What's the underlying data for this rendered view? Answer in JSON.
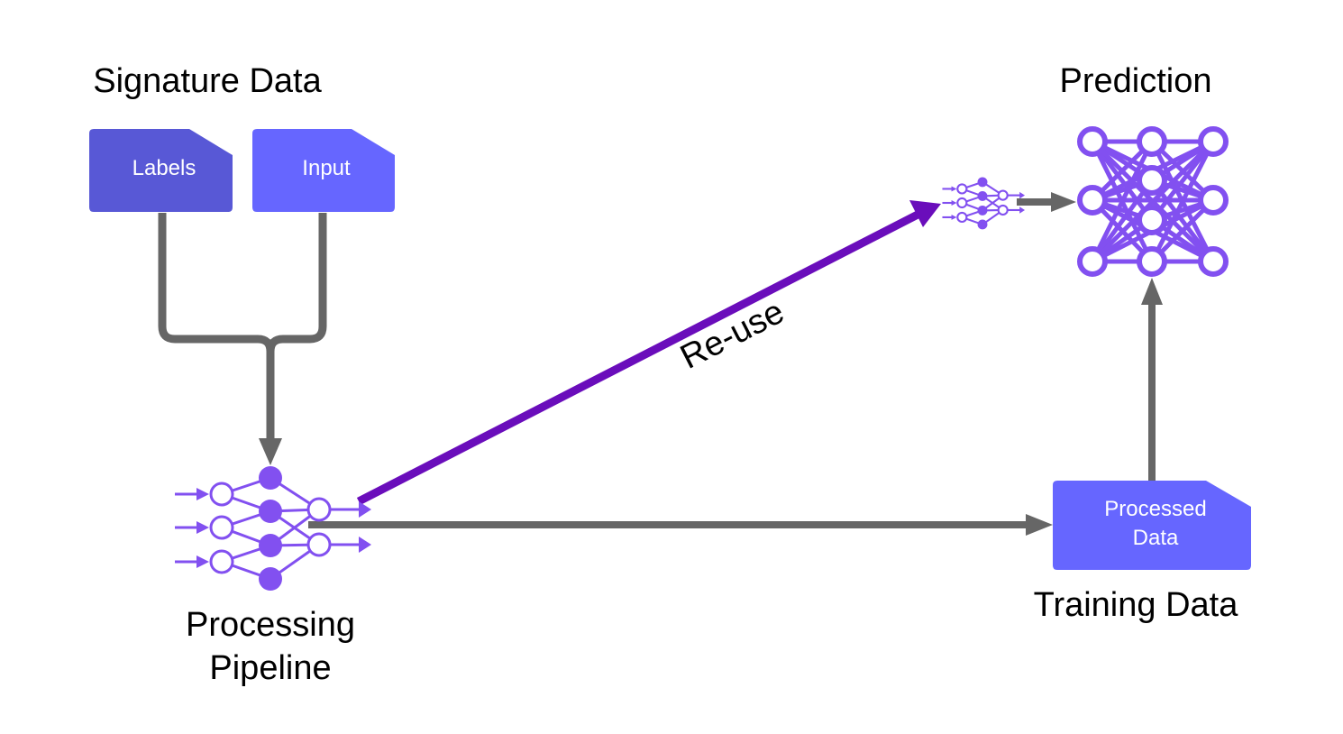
{
  "headings": {
    "signature_data": "Signature Data",
    "prediction": "Prediction",
    "processing_pipeline_line1": "Processing",
    "processing_pipeline_line2": "Pipeline",
    "training_data": "Training Data"
  },
  "documents": {
    "labels": "Labels",
    "input": "Input",
    "processed_line1": "Processed",
    "processed_line2": "Data"
  },
  "arrows": {
    "reuse_label": "Re-use"
  },
  "colors": {
    "labels_doc": "#5858d6",
    "input_doc": "#6666ff",
    "processed_doc": "#6666ff",
    "network": "#8250f0",
    "reuse_arrow": "#6a0dbb",
    "connector": "#666666"
  }
}
